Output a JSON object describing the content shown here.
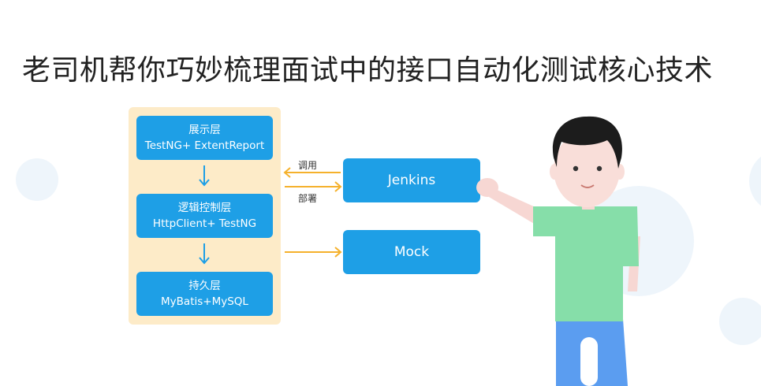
{
  "title": "老司机帮你巧妙梳理面试中的接口自动化测试核心技术",
  "layers": [
    {
      "name": "展示层",
      "tech": "TestNG+ ExtentReport"
    },
    {
      "name": "逻辑控制层",
      "tech": "HttpClient+ TestNG"
    },
    {
      "name": "持久层",
      "tech": "MyBatis+MySQL"
    }
  ],
  "services": {
    "jenkins": "Jenkins",
    "mock": "Mock"
  },
  "edges": {
    "call": "调用",
    "deploy": "部署"
  },
  "colors": {
    "box": "#1e9fe6",
    "panel": "#fdebc8",
    "arrow_orange": "#f5b12c",
    "arrow_blue": "#1e9fe6",
    "shirt": "#86dea9",
    "pants": "#5b9df0"
  }
}
